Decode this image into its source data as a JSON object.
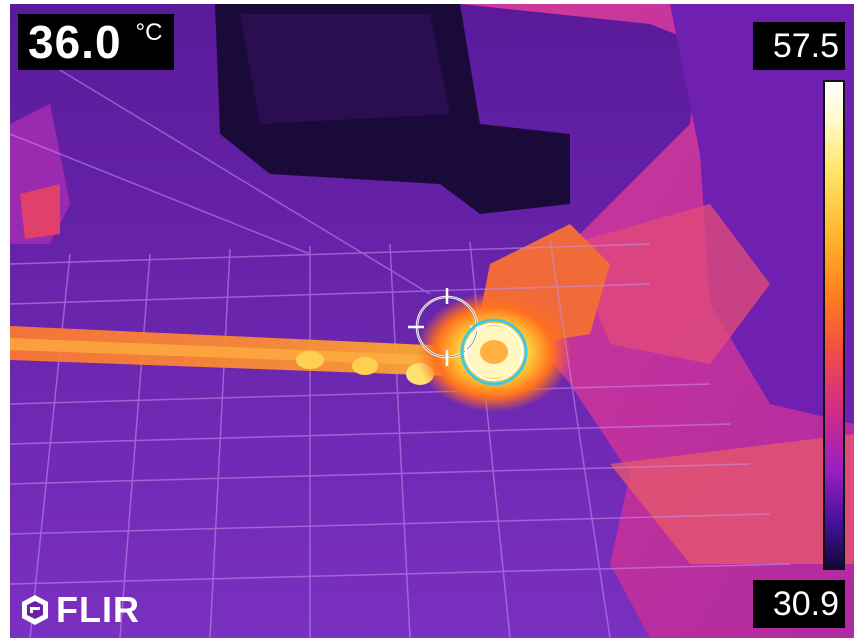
{
  "spot_measurement": {
    "value": "36.0",
    "unit": "°C"
  },
  "temperature_scale": {
    "max": "57.5",
    "min": "30.9"
  },
  "brand": {
    "name": "FLIR"
  },
  "palette": {
    "background": "#6a22a8",
    "hot": "#ffffff",
    "warm": "#ff8a20",
    "cool": "#12083a"
  },
  "icons": {
    "crosshair": "crosshair-icon",
    "hotspot": "hotspot-marker-icon",
    "logo": "flir-logo-icon"
  }
}
